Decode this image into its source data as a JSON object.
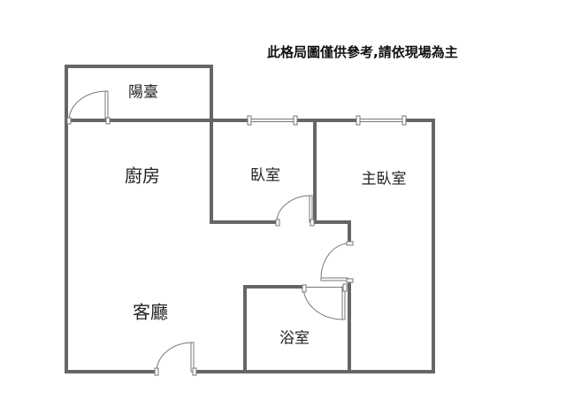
{
  "note": "此格局圖僅供參考,請依現場為主",
  "rooms": {
    "balcony": "陽臺",
    "kitchen": "廚房",
    "bedroom": "臥室",
    "master_bedroom": "主臥室",
    "living_room": "客廳",
    "bathroom": "浴室"
  }
}
